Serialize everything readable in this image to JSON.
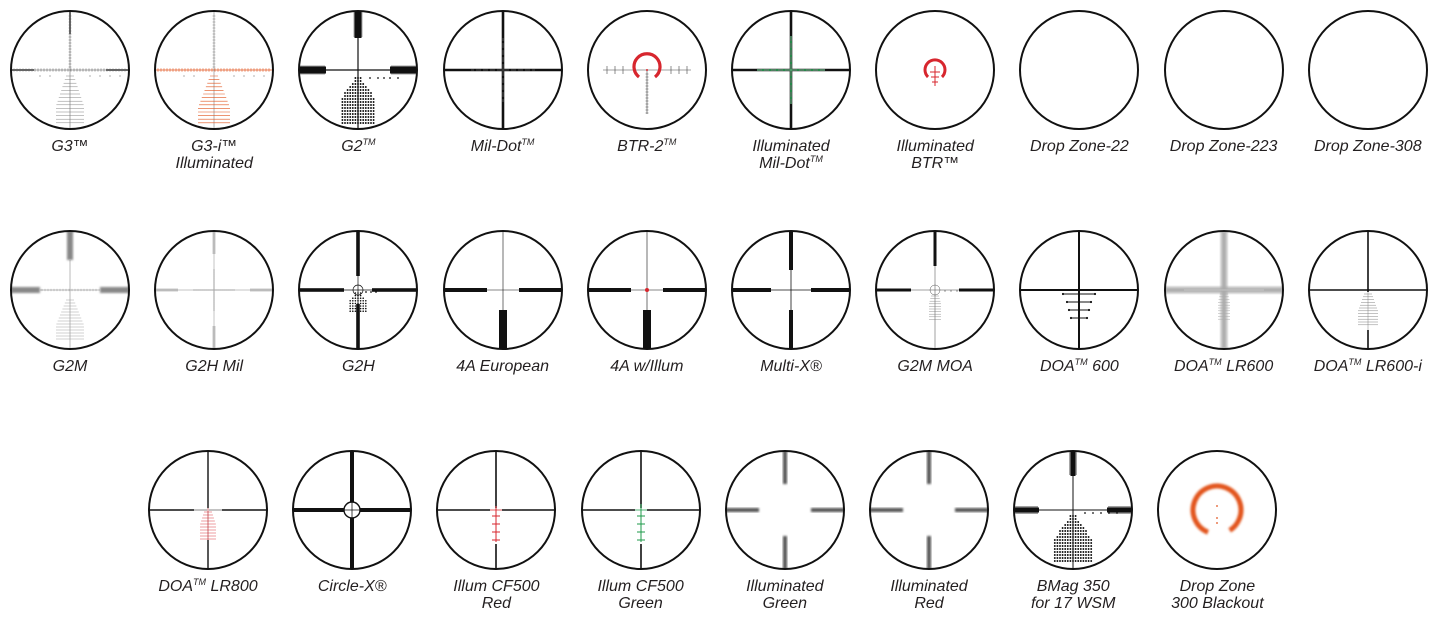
{
  "colors": {
    "ring": "#111111",
    "line": "#111111",
    "red": "#d7262e",
    "orange": "#e2541f",
    "green": "#1e9a4a",
    "caption": "#231f20"
  },
  "rows": [
    [
      {
        "label": "G3™",
        "style": "g3"
      },
      {
        "label": "G3-i™\nIlluminated",
        "style": "g3i"
      },
      {
        "label": "G2",
        "sup": "TM",
        "style": "g2"
      },
      {
        "label": "Mil-Dot",
        "sup": "TM",
        "style": "mildot"
      },
      {
        "label": "BTR-2",
        "sup": "TM",
        "style": "btr2"
      },
      {
        "label": "Illuminated\nMil-Dot",
        "sup": "TM",
        "style": "illummildot"
      },
      {
        "label": "Illuminated\nBTR™",
        "style": "illumbtr"
      },
      {
        "label": "Drop Zone-22",
        "style": "dz22"
      },
      {
        "label": "Drop Zone-223",
        "style": "dz223"
      },
      {
        "label": "Drop Zone-308",
        "style": "dz308"
      }
    ],
    [
      {
        "label": "G2M",
        "style": "g2m"
      },
      {
        "label": "G2H Mil",
        "style": "g2hmil"
      },
      {
        "label": "G2H",
        "style": "g2h"
      },
      {
        "label": "4A European",
        "style": "4aeuro"
      },
      {
        "label": "4A w/Illum",
        "style": "4aillum"
      },
      {
        "label": "Multi-X®",
        "style": "multix"
      },
      {
        "label": "G2M MOA",
        "style": "g2mmoa"
      },
      {
        "label": "DOA",
        "sup": "TM",
        "after": " 600",
        "style": "doa600"
      },
      {
        "label": "DOA",
        "sup": "TM",
        "after": " LR600",
        "style": "doalr600"
      },
      {
        "label": "DOA",
        "sup": "TM",
        "after": " LR600-i",
        "style": "doalr600i"
      }
    ],
    [
      {
        "label": "DOA",
        "sup": "TM",
        "after": " LR800",
        "style": "doalr800"
      },
      {
        "label": "Circle-X®",
        "style": "circlex"
      },
      {
        "label": "Illum CF500\nRed",
        "style": "cf500red"
      },
      {
        "label": "Illum CF500\nGreen",
        "style": "cf500green"
      },
      {
        "label": "Illuminated\nGreen",
        "style": "illumgreen"
      },
      {
        "label": "Illuminated\nRed",
        "style": "illumred"
      },
      {
        "label": "BMag 350\nfor 17 WSM",
        "style": "bmag"
      },
      {
        "label": "Drop Zone\n300 Blackout",
        "style": "dz300"
      }
    ]
  ]
}
